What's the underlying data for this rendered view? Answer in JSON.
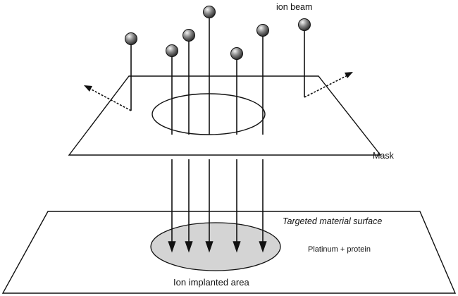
{
  "labels": {
    "ion_beam": "ion beam",
    "mask": "Mask",
    "target_surface": "Targeted material surface",
    "coating": "Platinum + protein",
    "implanted_area": "Ion implanted area"
  },
  "colors": {
    "ink": "#111111",
    "implanted_fill": "#d4d4d4",
    "background": "#ffffff"
  }
}
